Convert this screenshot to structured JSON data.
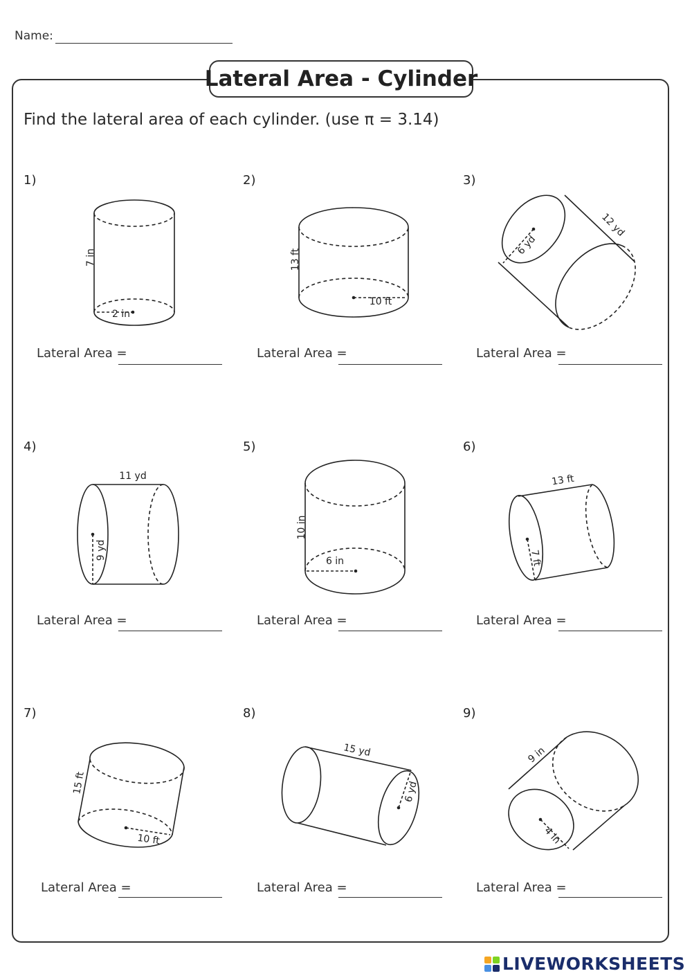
{
  "header": {
    "name_label": "Name:",
    "title": "Lateral Area - Cylinder"
  },
  "instructions": "Find the lateral area of each cylinder. (use π = 3.14)",
  "answer_label": "Lateral Area =",
  "problems": [
    {
      "number": "1)",
      "labels": [
        "7 in",
        "2 in"
      ]
    },
    {
      "number": "2)",
      "labels": [
        "13 ft",
        "10 ft"
      ]
    },
    {
      "number": "3)",
      "labels": [
        "6 yd",
        "12 yd"
      ]
    },
    {
      "number": "4)",
      "labels": [
        "11 yd",
        "9 yd"
      ]
    },
    {
      "number": "5)",
      "labels": [
        "10 in",
        "6 in"
      ]
    },
    {
      "number": "6)",
      "labels": [
        "13 ft",
        "7 ft"
      ]
    },
    {
      "number": "7)",
      "labels": [
        "15 ft",
        "10 ft"
      ]
    },
    {
      "number": "8)",
      "labels": [
        "15 yd",
        "6 yd"
      ]
    },
    {
      "number": "9)",
      "labels": [
        "9 in",
        "4 in"
      ]
    }
  ],
  "footer": {
    "brand": "LIVEWORKSHEETS",
    "logo_colors": [
      "#f5a623",
      "#7ed321",
      "#4a90e2",
      "#1a2d6b"
    ]
  }
}
